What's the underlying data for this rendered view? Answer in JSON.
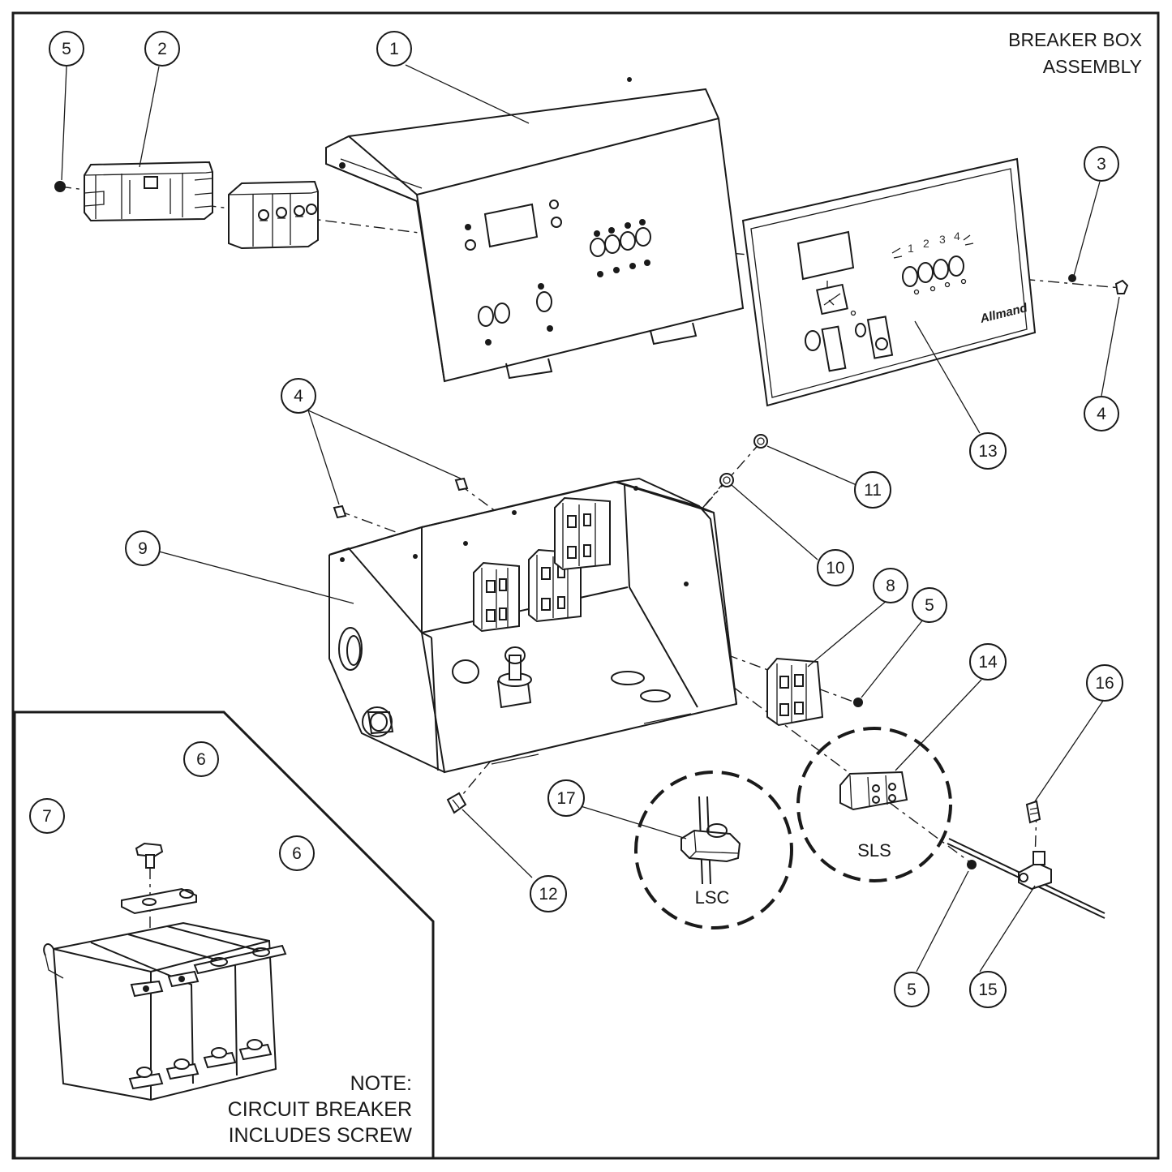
{
  "title": {
    "line1": "BREAKER BOX",
    "line2": "ASSEMBLY"
  },
  "note": {
    "line1": "NOTE:",
    "line2": "CIRCUIT BREAKER",
    "line3": "INCLUDES SCREW"
  },
  "details": {
    "lsc": "LSC",
    "sls": "SLS"
  },
  "panel": {
    "brand": "Allmand",
    "numbers": [
      "1",
      "2",
      "3",
      "4"
    ]
  },
  "callouts": {
    "c5a": "5",
    "c2": "2",
    "c1": "1",
    "c3": "3",
    "c4a": "4",
    "c13": "13",
    "c4b": "4",
    "c11": "11",
    "c10": "10",
    "c9": "9",
    "c8": "8",
    "c5b": "5",
    "c14": "14",
    "c16": "16",
    "c17": "17",
    "c12": "12",
    "c5c": "5",
    "c15": "15",
    "c6a": "6",
    "c7": "7",
    "c6b": "6"
  }
}
